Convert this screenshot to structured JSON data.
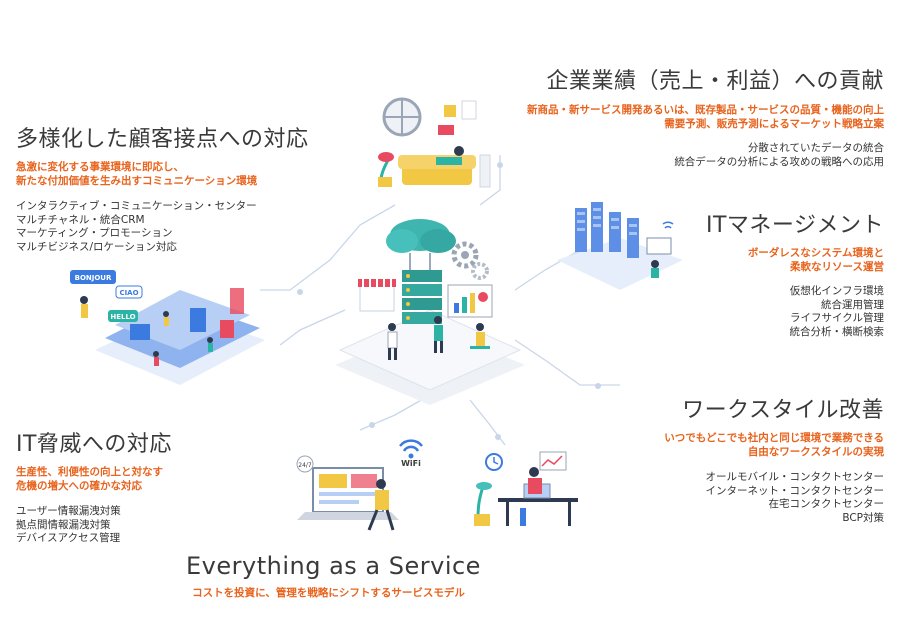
{
  "sections": {
    "customer": {
      "title": "多様化した顧客接点への対応",
      "subtitle": [
        "急激に変化する事業環境に即応し、",
        "新たな付加価値を生み出すコミュニケーション環境"
      ],
      "items": [
        "インタラクティブ・コミュニケーション・センター",
        "マルチチャネル・統合CRM",
        "マーケティング・プロモーション",
        "マルチビジネス/ロケーション対応"
      ]
    },
    "business": {
      "title": "企業業績（売上・利益）への貢献",
      "subtitle": [
        "新商品・新サービス開発あるいは、既存製品・サービスの品質・機能の向上",
        "需要予測、販売予測によるマーケット戦略立案"
      ],
      "items": [
        "分散されていたデータの統合",
        "統合データの分析による攻めの戦略への応用"
      ]
    },
    "itmanagement": {
      "title": "ITマネージメント",
      "subtitle": [
        "ボーダレスなシステム環境と",
        "柔軟なリソース運営"
      ],
      "items": [
        "仮想化インフラ環境",
        "統合運用管理",
        "ライフサイクル管理",
        "統合分析・横断検索"
      ]
    },
    "workstyle": {
      "title": "ワークスタイル改善",
      "subtitle": [
        "いつでもどこでも社内と同じ環境で業務できる",
        "自由なワークスタイルの実現"
      ],
      "items": [
        "オールモバイル・コンタクトセンター",
        "インターネット・コンタクトセンター",
        "在宅コンタクトセンター",
        "BCP対策"
      ]
    },
    "security": {
      "title": "IT脅威への対応",
      "subtitle": [
        "生産性、利便性の向上と対なす",
        "危機の増大への確かな対応"
      ],
      "items": [
        "ユーザー情報漏洩対策",
        "拠点間情報漏洩対策",
        "デバイスアクセス管理"
      ]
    },
    "xaas": {
      "title": "Everything as a Service",
      "subtitle": [
        "コストを投資に、管理を戦略にシフトするサービスモデル"
      ]
    }
  },
  "illustration_text": {
    "bonjour": "BONJOUR",
    "ciao": "CIAO",
    "hello": "HELLO",
    "wifi": "WiFi",
    "h247": "24/7"
  },
  "colors": {
    "accent": "#e8641e",
    "line": "#c9d6ea",
    "teal": "#2bb3a5",
    "blue": "#3b7be0",
    "yellow": "#f2c744"
  }
}
